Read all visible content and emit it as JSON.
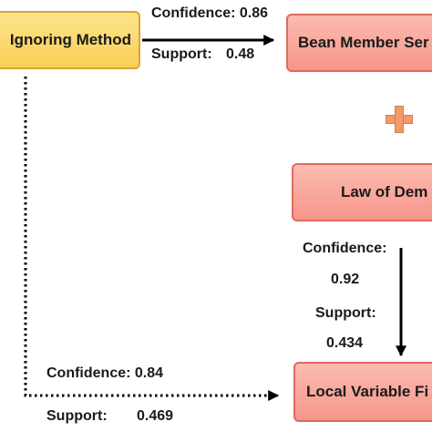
{
  "nodes": {
    "ignoring_method": "Ignoring Method",
    "bean_member": "Bean Member Ser",
    "law_of_demeter": "Law of Dem",
    "local_variable": "Local Variable Fi"
  },
  "edges": {
    "ignoring_to_bean": {
      "confidence": "Confidence: 0.86",
      "support_label": "Support:",
      "support_value": "0.48"
    },
    "demeter_to_local": {
      "confidence_label": "Confidence:",
      "confidence_value": "0.92",
      "support_label": "Support:",
      "support_value": "0.434"
    },
    "ignoring_to_local": {
      "confidence": "Confidence: 0.84",
      "support_label": "Support:",
      "support_value": "0.469"
    }
  },
  "colors": {
    "yellow_fill": "#f9cf58",
    "red_fill": "#f7968a",
    "plus": "#f19a6a",
    "arrow": "#000000"
  },
  "icons": {
    "combine": "plus-icon"
  }
}
